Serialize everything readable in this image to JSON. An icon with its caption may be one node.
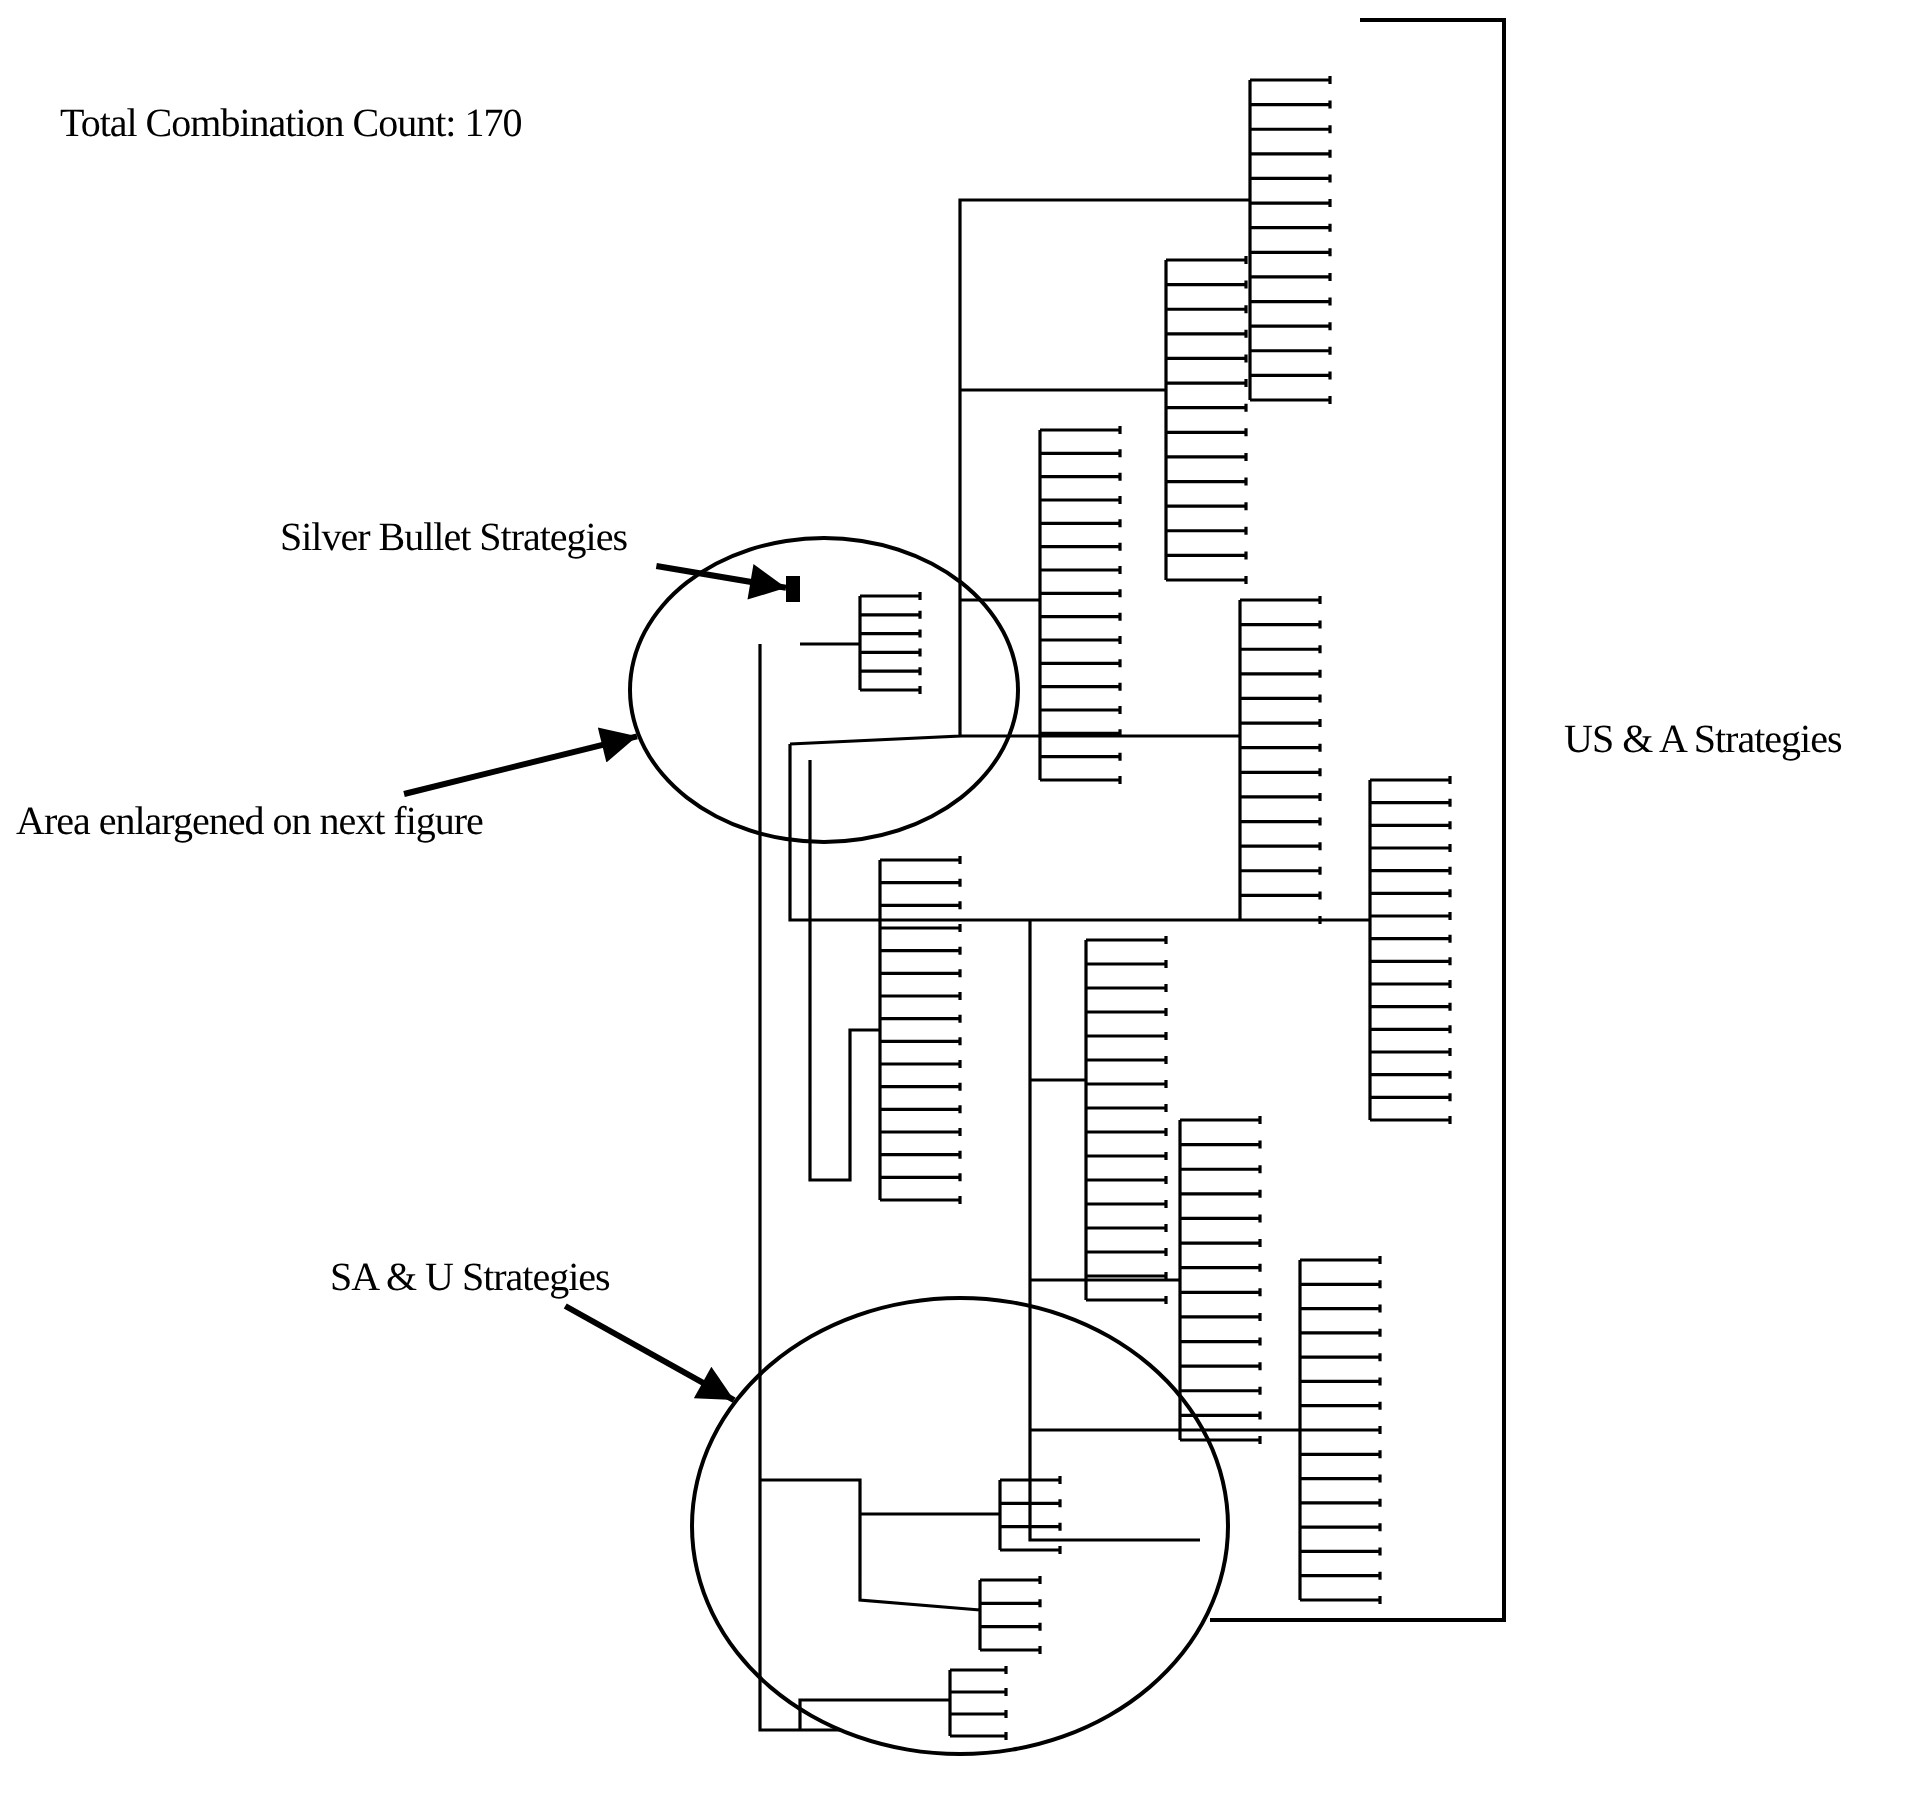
{
  "diagram": {
    "nodes": [
      {
        "text": [
          "Silver Bullet Strategies"
        ]
      },
      {
        "text": [
          "Area enlargened on next figure"
        ]
      },
      {
        "text": [
          "SA & U Strategies"
        ]
      },
      {
        "text": [],
        "shape": "circle"
      },
      {
        "text": [],
        "shape": "circle"
      },
      {
        "text": [],
        "shape": "box",
        "in": 3
      }
    ],
    "edges": [
      {
        "from": 0,
        "to": 5,
        "arrow": "to"
      },
      {
        "from": 1,
        "to": 3,
        "arrow": "to"
      },
      {
        "from": 2,
        "to": 4,
        "arrow": "to"
      }
    ],
    "labels": [
      "Total Combination Count: 170",
      "US & A Strategies"
    ]
  }
}
